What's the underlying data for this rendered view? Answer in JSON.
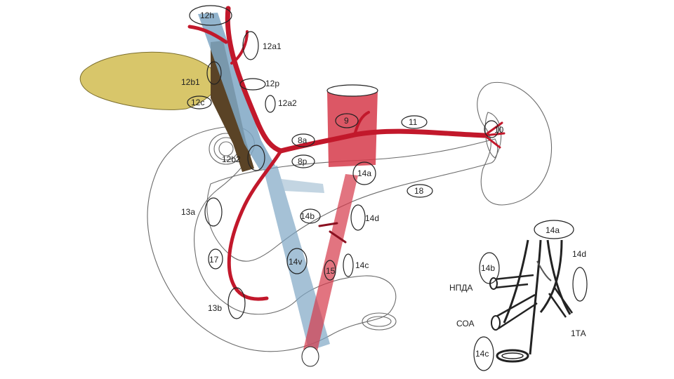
{
  "colors": {
    "artery": "#c2182b",
    "portal_vein": "#7fa7c4",
    "aorta": "#d6394a",
    "gallbladder": "#d8c66a",
    "bile_duct": "#5a4326",
    "outline": "#6b6b6b"
  },
  "labels": {
    "n12h": "12h",
    "n12a1": "12a1",
    "n12b1": "12b1",
    "n12p": "12p",
    "n12c": "12c",
    "n12a2": "12a2",
    "n9": "9",
    "n11": "11",
    "n10": "10",
    "n8a": "8a",
    "n8p": "8p",
    "n12b2": "12b2",
    "n14a": "14a",
    "n18": "18",
    "n13a": "13a",
    "n14b": "14b",
    "n14d": "14d",
    "n17": "17",
    "n14v": "14v",
    "n15": "15",
    "n14c": "14c",
    "n13b": "13b"
  },
  "inset": {
    "n14a": "14a",
    "n14d": "14d",
    "n14b": "14b",
    "npda": "НПДА",
    "soa": "СОА",
    "n14c": "14c",
    "ta": "1ТА"
  }
}
